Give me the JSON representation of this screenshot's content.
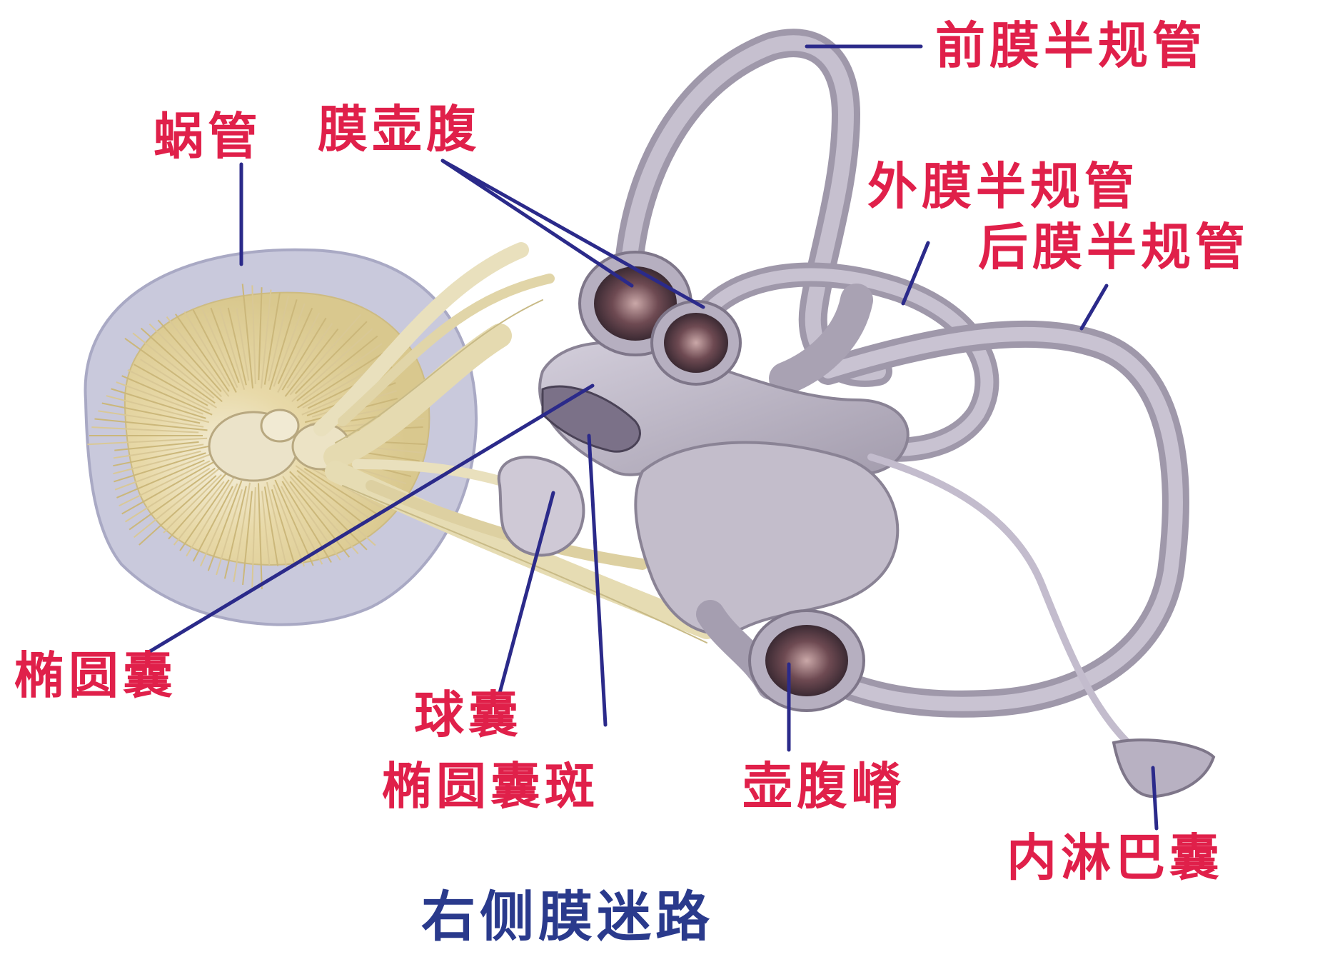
{
  "caption": "右侧膜迷路",
  "labels": {
    "anterior_canal": "前膜半规管",
    "cochlear_duct": "蜗管",
    "ampulla": "膜壶腹",
    "lateral_canal": "外膜半规管",
    "posterior_canal": "后膜半规管",
    "utricle": "椭圆囊",
    "saccule": "球囊",
    "macula_utriculi": "椭圆囊斑",
    "crista_ampullaris": "壶腹嵴",
    "endolymphatic_sac": "内淋巴囊"
  },
  "colors": {
    "label_text": "#e0204a",
    "caption_text": "#2a3a8c",
    "leader_line": "#2b2a8a",
    "membrane": "#b9b3c3",
    "membrane_shadow": "#8f8799",
    "cochlea_outer": "#c8c8da",
    "cochlea_fibers": "#e6d8a2",
    "nerve": "#e9dfb4"
  }
}
